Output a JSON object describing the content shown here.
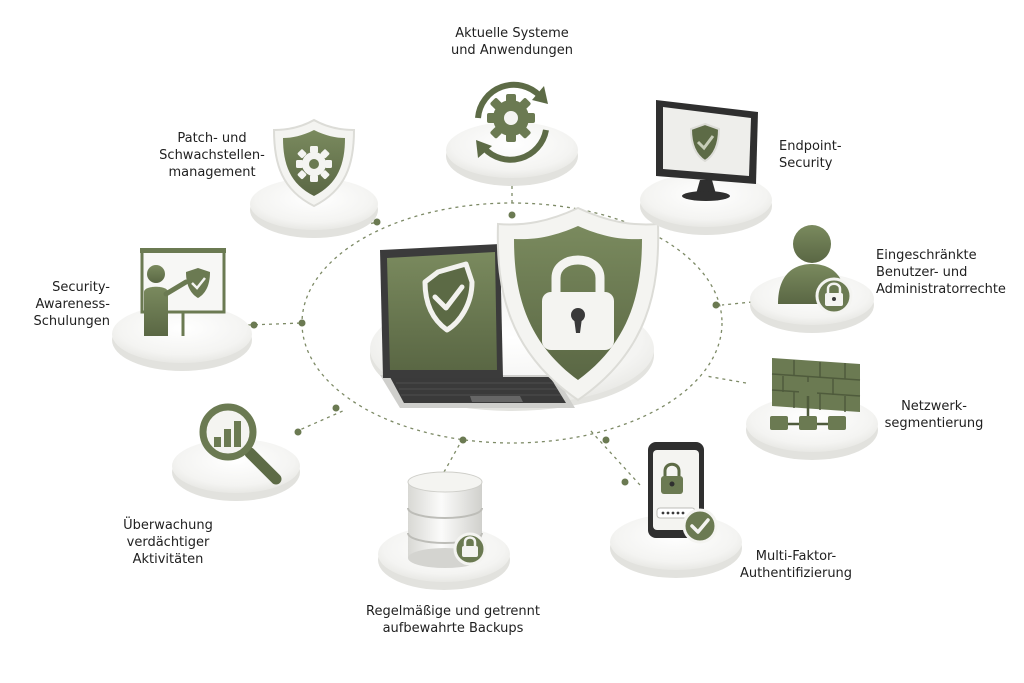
{
  "colors": {
    "accent": "#6b7a52",
    "accent_dark": "#4f5b3c",
    "platform": "#f2f2f2",
    "shield_rim": "#f4f4f1",
    "dots": "#6b7a52"
  },
  "center": {
    "name": "laptop-with-shield-and-padlock",
    "icons": [
      "laptop-icon",
      "shield-check-icon",
      "shield-padlock-icon"
    ]
  },
  "nodes": [
    {
      "id": "aktuelle-systeme",
      "icon": "gear-refresh-icon",
      "lines": [
        "Aktuelle Systeme",
        "und Anwendungen"
      ]
    },
    {
      "id": "endpoint-security",
      "icon": "monitor-shield-icon",
      "lines": [
        "Endpoint-",
        "Security"
      ]
    },
    {
      "id": "eingeschraenkte-rechte",
      "icon": "user-lock-icon",
      "lines": [
        "Eingeschränkte",
        "Benutzer- und",
        "Administratorrechte"
      ]
    },
    {
      "id": "netzwerksegmentierung",
      "icon": "firewall-network-icon",
      "lines": [
        "Netzwerk-",
        "segmentierung"
      ]
    },
    {
      "id": "multi-faktor",
      "icon": "phone-lock-check-icon",
      "lines": [
        "Multi-Faktor-",
        "Authentifizierung"
      ]
    },
    {
      "id": "backups",
      "icon": "database-lock-icon",
      "lines": [
        "Regelmäßige und getrennt",
        "aufbewahrte Backups"
      ]
    },
    {
      "id": "ueberwachung",
      "icon": "magnifier-chart-icon",
      "lines": [
        "Überwachung",
        "verdächtiger",
        "Aktivitäten"
      ]
    },
    {
      "id": "awareness",
      "icon": "presenter-board-icon",
      "lines": [
        "Security-",
        "Awareness-",
        "Schulungen"
      ]
    },
    {
      "id": "patch",
      "icon": "shield-gear-icon",
      "lines": [
        "Patch- und",
        "Schwachstellen-",
        "management"
      ]
    }
  ]
}
